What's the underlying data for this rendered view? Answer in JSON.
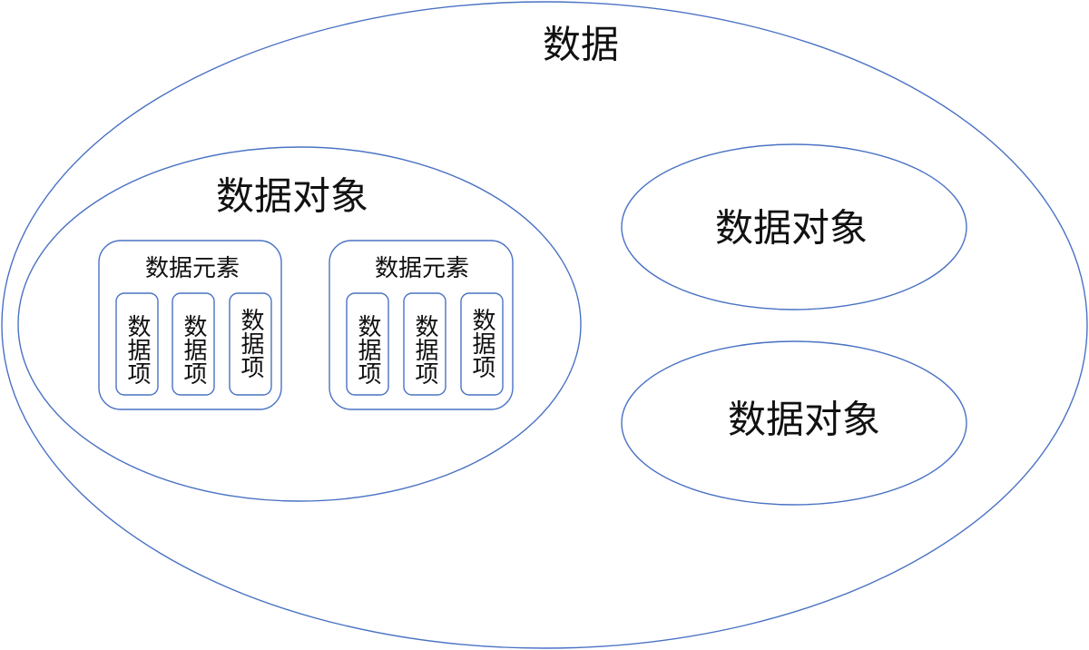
{
  "root": {
    "label": "数据"
  },
  "objects": [
    {
      "label": "数据对象",
      "elements": [
        {
          "label": "数据元素",
          "items": [
            "数据项",
            "数据项",
            "数据项"
          ]
        },
        {
          "label": "数据元素",
          "items": [
            "数据项",
            "数据项",
            "数据项"
          ]
        }
      ]
    },
    {
      "label": "数据对象"
    },
    {
      "label": "数据对象"
    }
  ],
  "colors": {
    "outline": "#4a72c4",
    "text": "#111111",
    "background": "#ffffff"
  }
}
